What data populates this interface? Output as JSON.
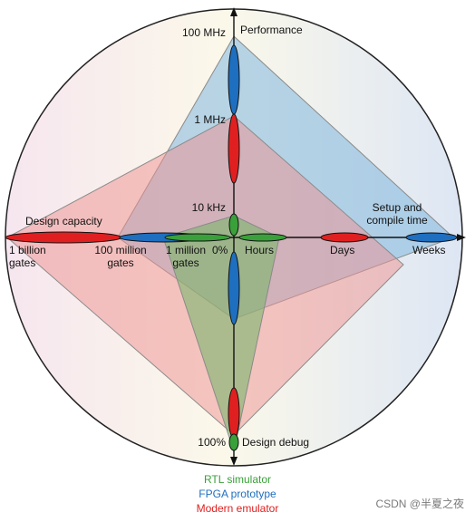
{
  "axes": {
    "performance": {
      "label": "Performance",
      "ticks": [
        "100 MHz",
        "1 MHz",
        "10 kHz"
      ]
    },
    "design_capacity": {
      "label": "Design capacity",
      "ticks": [
        "1 billion\ngates",
        "100 million\ngates",
        "1 million\ngates",
        "0%"
      ]
    },
    "setup_compile": {
      "label": "Setup and\ncompile time",
      "ticks": [
        "Hours",
        "Days",
        "Weeks"
      ]
    },
    "design_debug": {
      "label": "Design debug",
      "ticks": [
        "100%"
      ]
    }
  },
  "legend": [
    {
      "name": "RTL simulator",
      "color": "#3aa03a"
    },
    {
      "name": "FPGA prototype",
      "color": "#1e6fbf"
    },
    {
      "name": "Modern emulator",
      "color": "#e02020"
    }
  ],
  "watermark": "CSDN @半夏之夜"
}
